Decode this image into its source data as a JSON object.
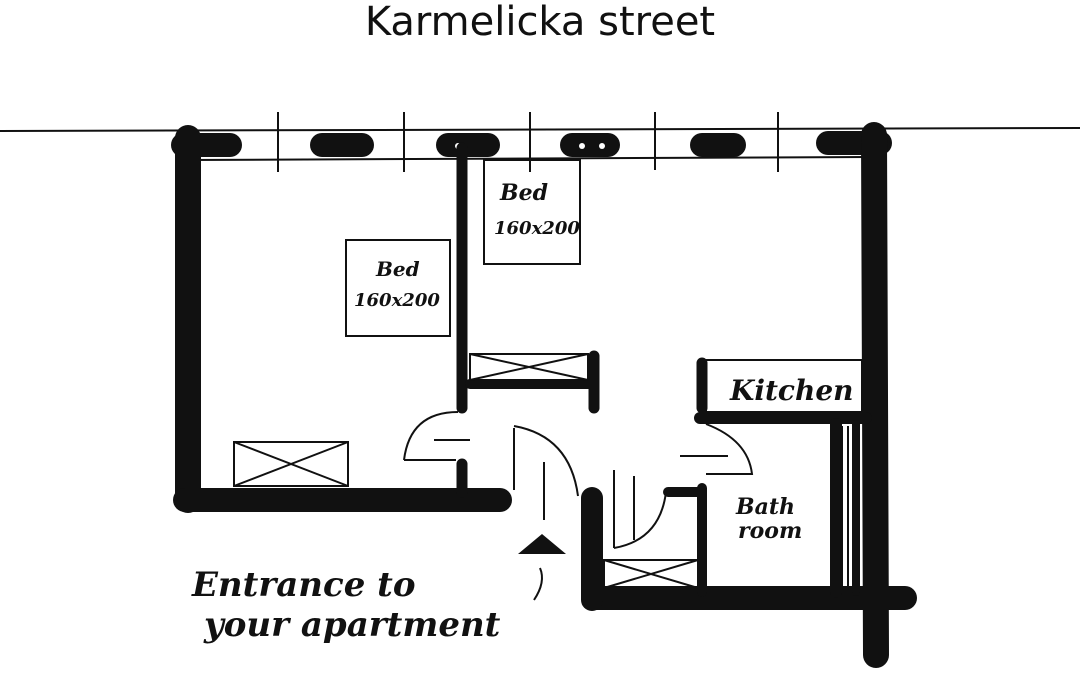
{
  "title": "Karmelicka street",
  "rooms": {
    "bed_left": {
      "label": "Bed",
      "size": "160x200"
    },
    "bed_right": {
      "label": "Bed",
      "size": "160x200"
    },
    "kitchen": "Kitchen",
    "bathroom": [
      "Bath",
      "room"
    ]
  },
  "entrance": [
    "Entrance to",
    "your apartment"
  ],
  "colors": {
    "ink": "#111111",
    "background": "#ffffff"
  }
}
